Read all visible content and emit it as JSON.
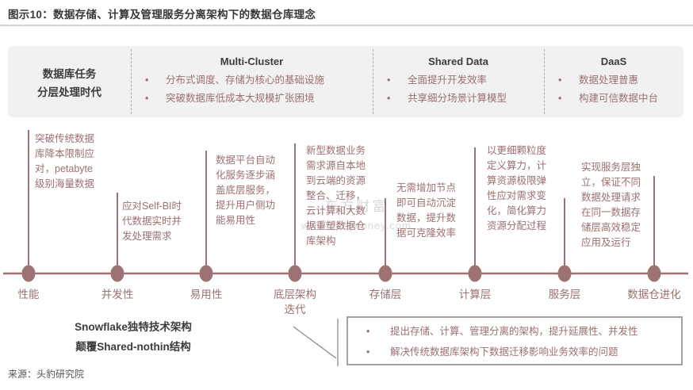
{
  "title": "图示10：数据存储、计算及管理服务分离架构下的数据仓库理念",
  "chars": {
    "bullet": "•"
  },
  "header_band": {
    "era_label": {
      "line1": "数据库任务",
      "line2": "分层处理时代"
    },
    "columns": [
      {
        "title": "Multi-Cluster",
        "bullets": [
          "分布式调度、存储为核心的基础设施",
          "突破数据库低成本大规模扩张困境"
        ]
      },
      {
        "title": "Shared Data",
        "bullets": [
          "全面提升开发效率",
          "共享细分场景计算模型"
        ]
      },
      {
        "title": "DaaS",
        "bullets": [
          "数据处理普惠",
          "构建可信数据中台"
        ]
      }
    ]
  },
  "timeline": {
    "nodes": [
      {
        "label": "性能",
        "desc": "突破传统数据库降本限制应对，petabyte级别海量数据"
      },
      {
        "label": "并发性",
        "desc": "应对Self-BI时代数据实时并发处理需求"
      },
      {
        "label": "易用性",
        "desc": "数据平台自动化服务逐步涵盖底层服务，提升用户侧功能易用性"
      },
      {
        "label": "底层架构\n迭代",
        "desc": "新型数据业务需求源自本地到云端的资源整合、迁移，云计算和大数据重塑数据仓库架构"
      },
      {
        "label": "存储层",
        "desc": "无需增加节点即可自动沉淀数据，提升数据可克隆效率"
      },
      {
        "label": "计算层",
        "desc": "以更细颗粒度定义算力，计算资源极限弹性应对需求变化，简化算力资源分配过程"
      },
      {
        "label": "服务层",
        "desc": "实现服务层独立，保证不同数据处理请求在同一数据存储层高效稳定应用及运行"
      },
      {
        "label": "数据仓进化",
        "desc": ""
      }
    ]
  },
  "snowflake_note": {
    "line1": "Snowflake独特技术架构",
    "line2": "颠覆Shared-nothin结构"
  },
  "callout_box": {
    "bullets": [
      "提出存储、计算、管理分离的架构，提升延展性、并发性",
      "解决传统数据库架构下数据迁移影响业务效率的问题"
    ]
  },
  "source": "来源：头豹研究院",
  "watermark": {
    "line1": "东方财富",
    "line2": "www.eastmoney.com"
  },
  "colors": {
    "accent": "#9C6F71",
    "node_fill": "#9E7173",
    "band_bg": "#F1F1F2",
    "heading_text": "#3C3C3C",
    "box_border": "#A2A2A2",
    "rule_gray": "#D6D6D6"
  }
}
